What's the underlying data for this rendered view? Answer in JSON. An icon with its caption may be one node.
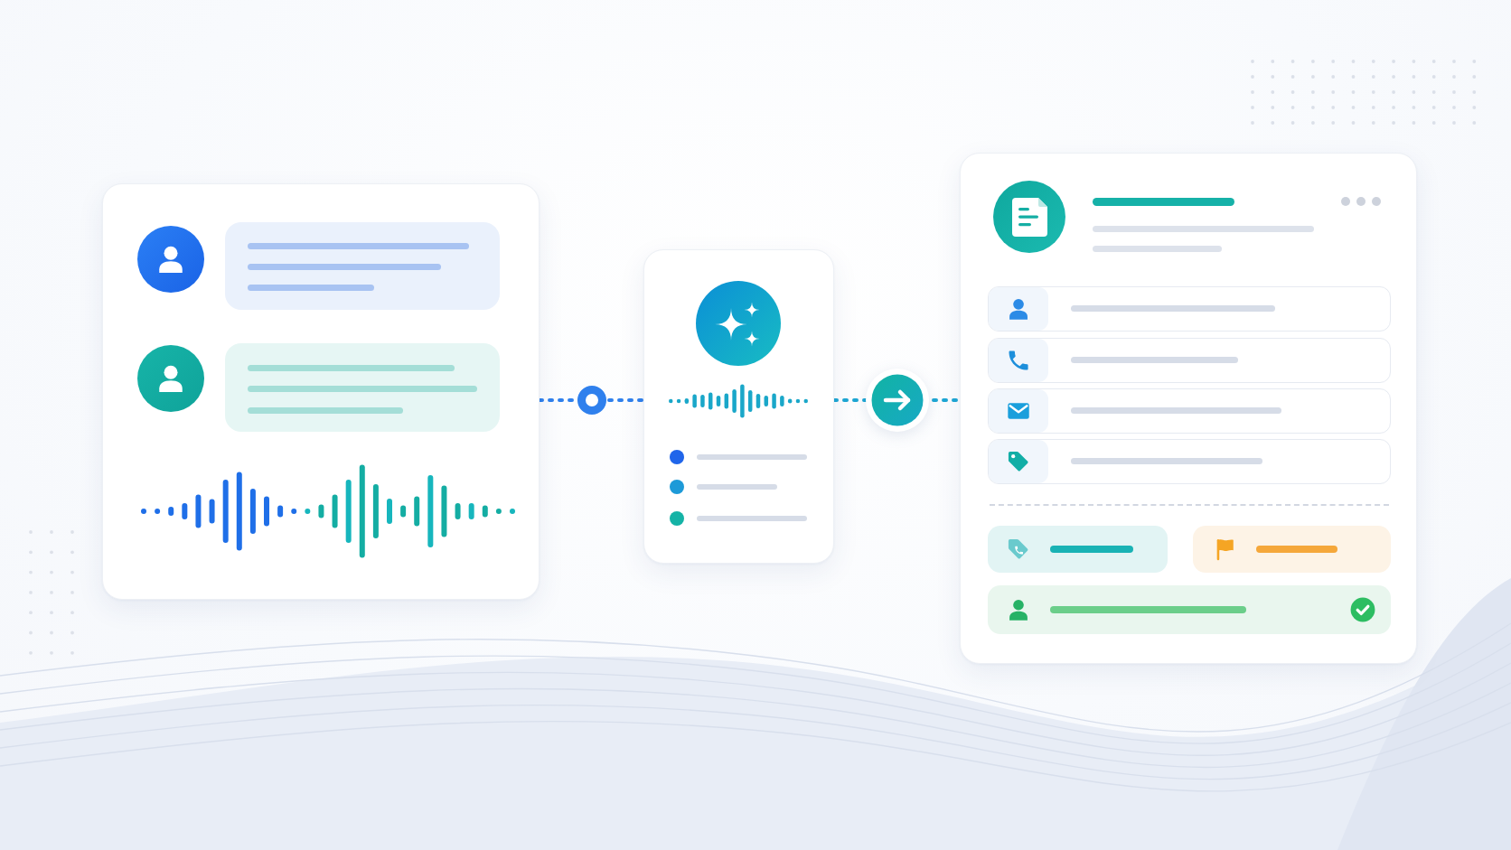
{
  "diagram": {
    "nodes": [
      {
        "text": [],
        "shape": "box"
      },
      {
        "text": [],
        "shape": "box"
      },
      {
        "text": [],
        "shape": "box"
      }
    ],
    "edges": [
      {
        "from": 0,
        "to": 1,
        "arrow": "none",
        "style": "dashed",
        "color": "#2f80ed"
      },
      {
        "from": 1,
        "to": 2,
        "arrow": "to",
        "style": "dashed",
        "color": "#1ea7d4"
      }
    ]
  }
}
